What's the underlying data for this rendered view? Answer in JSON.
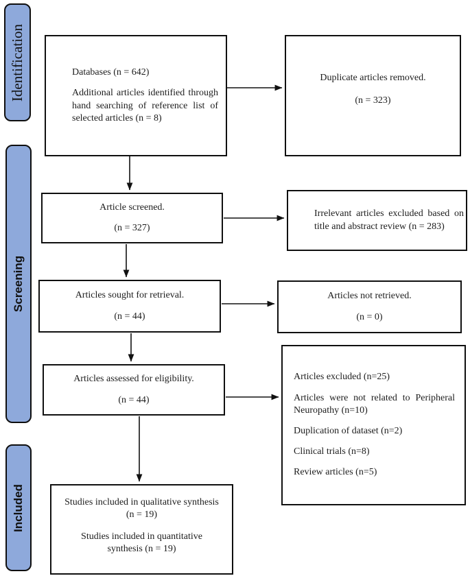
{
  "stages": {
    "identification": "Identification",
    "screening": "Screening",
    "included": "Included"
  },
  "boxes": {
    "identification_main": {
      "databases": "Databases (n = 642)",
      "additional": "Additional articles identified through hand searching of reference list of selected articles (n = 8)"
    },
    "duplicates_removed": {
      "title": "Duplicate articles removed.",
      "count": "(n = 323)"
    },
    "screened": {
      "title": "Article screened.",
      "count": "(n = 327)"
    },
    "irrelevant_excluded": {
      "text": "Irrelevant articles excluded based on title and abstract review (n = 283)"
    },
    "sought_retrieval": {
      "title": "Articles sought for retrieval.",
      "count": "(n = 44)"
    },
    "not_retrieved": {
      "title": "Articles not retrieved.",
      "count": "(n = 0)"
    },
    "assessed_eligibility": {
      "title": "Articles assessed for eligibility.",
      "count": "(n = 44)"
    },
    "excluded_reasons": {
      "items": [
        "Articles excluded (n=25)",
        "Articles were not related to Peripheral Neuropathy (n=10)",
        "Duplication of dataset (n=2)",
        "Clinical trials (n=8)",
        "Review articles (n=5)"
      ]
    },
    "included_studies": {
      "qualitative": "Studies included in qualitative synthesis (n = 19)",
      "quantitative": "Studies included in quantitative synthesis (n = 19)"
    }
  },
  "colors": {
    "stage_fill": "#8ea9db",
    "box_border": "#000000",
    "arrow": "#000000"
  }
}
